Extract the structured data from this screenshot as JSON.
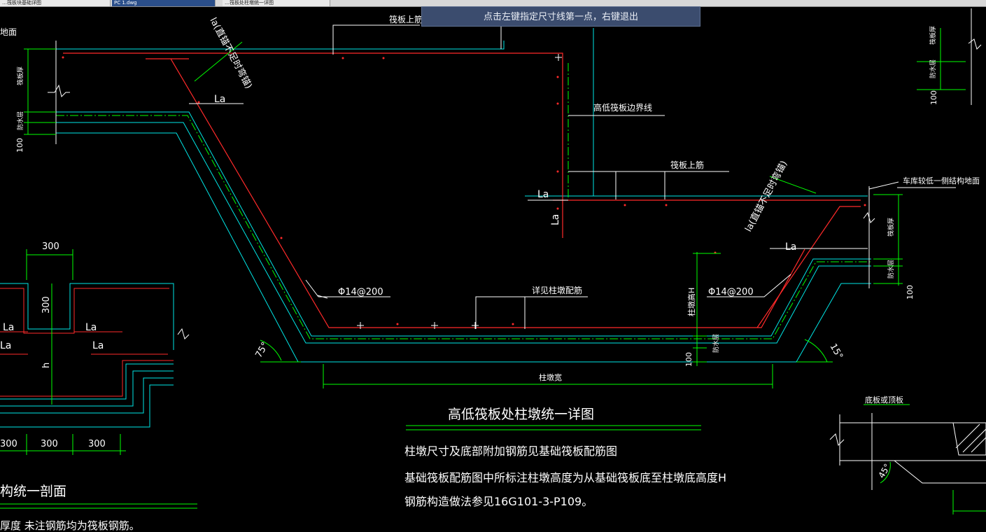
{
  "tabs": [
    {
      "label": "…筏板块基础详图"
    },
    {
      "label": "PC 1.dwg"
    },
    {
      "label": "…筏板处柱墩统一详图"
    }
  ],
  "prompt": "点击左键指定尺寸线第一点，右键退出",
  "drawing": {
    "title": "高低筏板处柱墩统一详图",
    "notes": [
      "柱墩尺寸及底部附加钢筋见基础筏板配筋图",
      "基础筏板配筋图中所标注柱墩高度为从基础筏板底至柱墩底高度H",
      "钢筋构造做法参见16G101-3-P109。"
    ],
    "labels": {
      "raft_top_bar_1": "筏板上筋",
      "raft_top_bar_2": "筏板上筋",
      "boundary": "高低筏板边界线",
      "detail_rebar": "详见柱墩配筋",
      "garage_side": "车库较低一侧结构地面",
      "pier_width": "柱墩宽",
      "pier_height": "柱墩高H",
      "bar_left": "Φ14@200",
      "bar_right": "Φ14@200",
      "la_straight_left": "la(直锚不足时弯锚)",
      "la_straight_right": "la(直锚不足时弯锚)",
      "la": "La",
      "angle": "75°",
      "angle_right": "15°",
      "angle_45": "45°",
      "raft_thickness": "筏板厚",
      "waterproof": "防水层",
      "dim_100": "100",
      "ground_left": "地面",
      "bottom_plate": "底板或顶板"
    },
    "left_section": {
      "dim_300_top": "300",
      "dim_300_side": "300",
      "dim_bottom": [
        "300",
        "300",
        "300"
      ],
      "h": "h",
      "title": "构统一剖面",
      "note": "厚度 未注钢筋均为筏板钢筋。"
    }
  }
}
